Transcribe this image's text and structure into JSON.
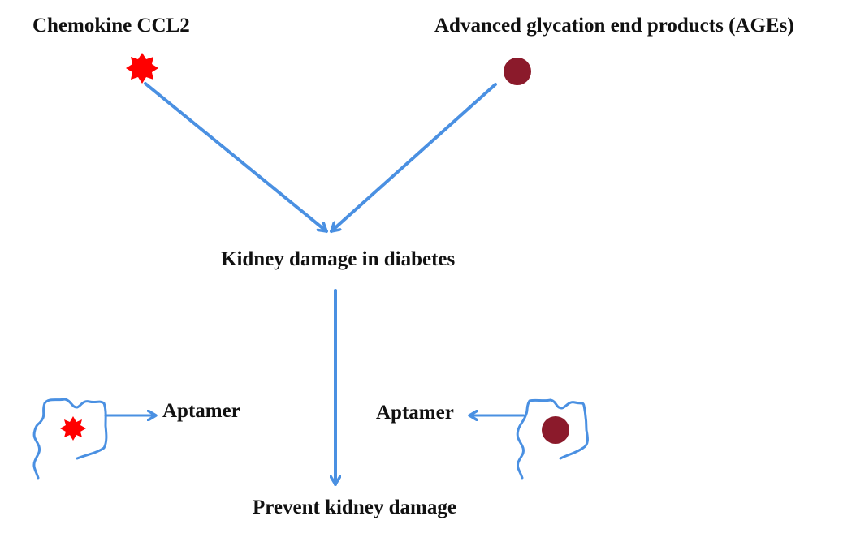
{
  "diagram": {
    "nodes": {
      "ccl2": "Chemokine CCL2",
      "ages": "Advanced glycation end products (AGEs)",
      "kidney_damage": "Kidney damage in diabetes",
      "aptamer_left": "Aptamer",
      "aptamer_right": "Aptamer",
      "prevent": "Prevent kidney damage"
    },
    "edges": [
      {
        "from": "ccl2",
        "to": "kidney_damage"
      },
      {
        "from": "ages",
        "to": "kidney_damage"
      },
      {
        "from": "kidney_damage",
        "to": "prevent"
      },
      {
        "from": "aptamer_left_binding",
        "to": "aptamer_left"
      },
      {
        "from": "aptamer_right_binding",
        "to": "aptamer_right"
      }
    ],
    "colors": {
      "arrow": "#4a90e2",
      "ccl2_star": "#ff0000",
      "ages_circle": "#8b1a2b",
      "text": "#111111"
    },
    "icons": {
      "ccl2": "eight-point-star-icon",
      "ages": "circle-icon",
      "aptamer": "aptamer-strand-icon"
    }
  }
}
